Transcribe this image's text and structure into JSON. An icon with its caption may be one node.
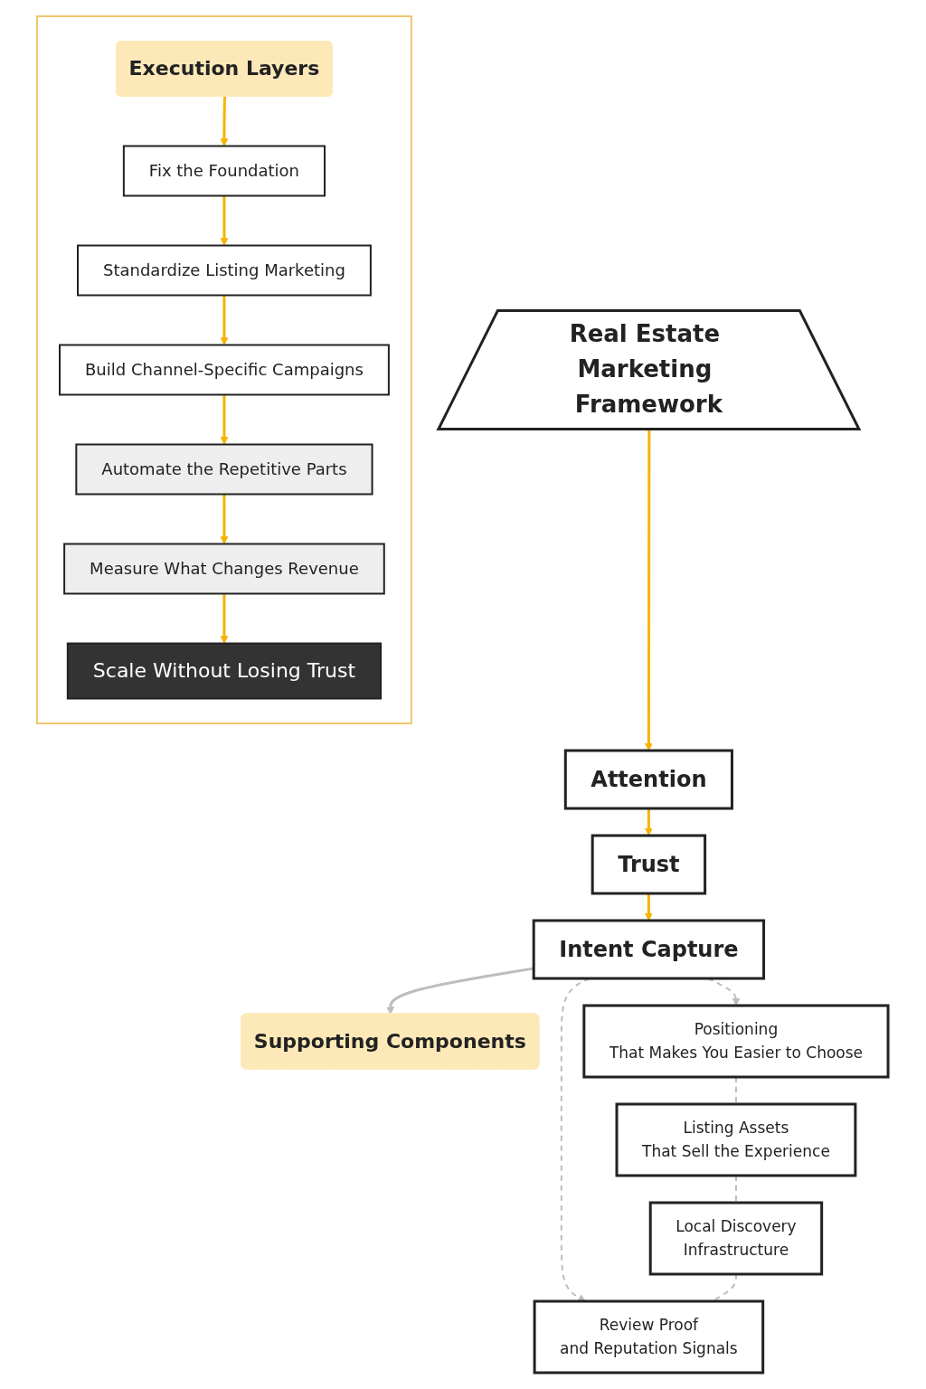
{
  "diagram": {
    "nodes": [
      {
        "text": [
          "Real Estate Marketing Framework"
        ]
      },
      {
        "text": [
          "Attention"
        ]
      },
      {
        "text": [
          "Trust"
        ]
      },
      {
        "text": [
          "Intent Capture"
        ]
      },
      {
        "text": [
          "Supporting Components"
        ]
      },
      {
        "text": [
          "Positioning",
          "That Makes You Easier to Choose"
        ]
      },
      {
        "text": [
          "Listing Assets",
          "That Sell the Experience"
        ]
      },
      {
        "text": [
          "Local Discovery",
          "Infrastructure"
        ]
      },
      {
        "text": [
          "Review Proof",
          "and Reputation Signals"
        ]
      },
      {
        "text": [],
        "shape": "box"
      },
      {
        "text": [
          "Execution Layers"
        ],
        "in": 9
      },
      {
        "text": [
          "Fix the Foundation"
        ],
        "in": 9
      },
      {
        "text": [
          "Standardize Listing Marketing"
        ],
        "in": 9
      },
      {
        "text": [
          "Build Channel-Specific Campaigns"
        ],
        "in": 9
      },
      {
        "text": [
          "Automate the Repetitive Parts"
        ],
        "in": 9
      },
      {
        "text": [
          "Measure What Changes Revenue"
        ],
        "in": 9
      },
      {
        "text": [
          "Scale Without Losing Trust"
        ],
        "in": 9
      }
    ],
    "edges": [
      {
        "from": 0,
        "to": 1,
        "arrow": "to"
      },
      {
        "from": 1,
        "to": 2,
        "arrow": "to"
      },
      {
        "from": 2,
        "to": 3,
        "arrow": "to"
      },
      {
        "from": 3,
        "to": 4,
        "arrow": "to",
        "color": "#bdbdbd"
      },
      {
        "from": 3,
        "to": 5,
        "arrow": "to",
        "style": "dashed",
        "color": "#bdbdbd"
      },
      {
        "from": 3,
        "to": 8,
        "arrow": "to",
        "style": "dashed",
        "color": "#bdbdbd"
      },
      {
        "from": 5,
        "to": 6,
        "arrow": "none",
        "style": "dashed",
        "color": "#bdbdbd"
      },
      {
        "from": 6,
        "to": 7,
        "arrow": "none",
        "style": "dashed",
        "color": "#bdbdbd"
      },
      {
        "from": 7,
        "to": 8,
        "arrow": "none",
        "style": "dashed",
        "color": "#bdbdbd"
      },
      {
        "from": 10,
        "to": 11,
        "arrow": "to"
      },
      {
        "from": 11,
        "to": 12,
        "arrow": "to"
      },
      {
        "from": 12,
        "to": 13,
        "arrow": "to"
      },
      {
        "from": 13,
        "to": 14,
        "arrow": "to"
      },
      {
        "from": 14,
        "to": 15,
        "arrow": "to"
      },
      {
        "from": 15,
        "to": 16,
        "arrow": "to"
      }
    ]
  }
}
